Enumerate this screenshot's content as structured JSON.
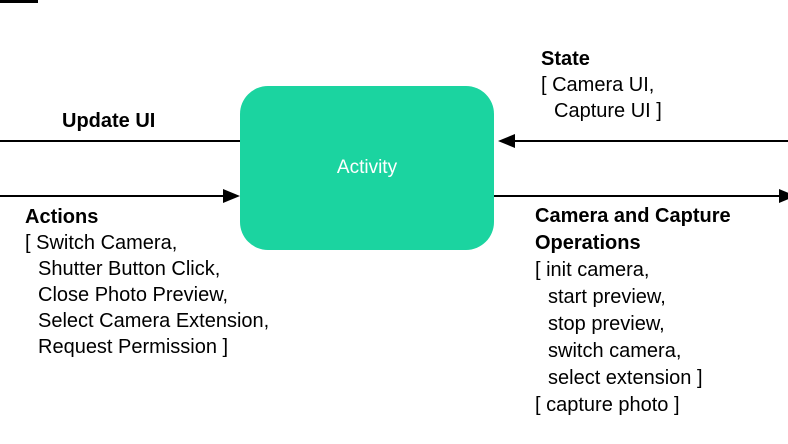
{
  "colors": {
    "background": "#ffffff",
    "node_fill": "#1bd4a0",
    "node_text": "#ffffff",
    "line": "#000000",
    "text": "#000000"
  },
  "node": {
    "label": "Activity"
  },
  "update_ui": {
    "label": "Update UI"
  },
  "actions": {
    "title": "Actions",
    "lines": [
      "[ Switch Camera,",
      "Shutter Button Click,",
      "Close Photo Preview,",
      "Select Camera Extension,",
      "Request Permission ]"
    ]
  },
  "state": {
    "title": "State",
    "lines": [
      "[ Camera UI,",
      "Capture UI ]"
    ]
  },
  "camera_ops": {
    "title_lines": [
      "Camera and Capture",
      "Operations"
    ],
    "lines": [
      "[ init camera,",
      "start preview,",
      "stop preview,",
      "switch camera,",
      "select extension ]",
      "[ capture photo ]"
    ]
  },
  "edges": [
    {
      "name": "update-ui-arrow",
      "label": "Update UI",
      "from": "Activity",
      "to": "off-canvas-left",
      "direction": "left"
    },
    {
      "name": "actions-arrow",
      "label": "Actions",
      "from": "off-canvas-left",
      "to": "Activity",
      "direction": "right"
    },
    {
      "name": "state-arrow",
      "label": "State",
      "from": "off-canvas-right",
      "to": "Activity",
      "direction": "left"
    },
    {
      "name": "camera-ops-arrow",
      "label": "Camera and Capture Operations",
      "from": "Activity",
      "to": "off-canvas-right",
      "direction": "right"
    }
  ]
}
